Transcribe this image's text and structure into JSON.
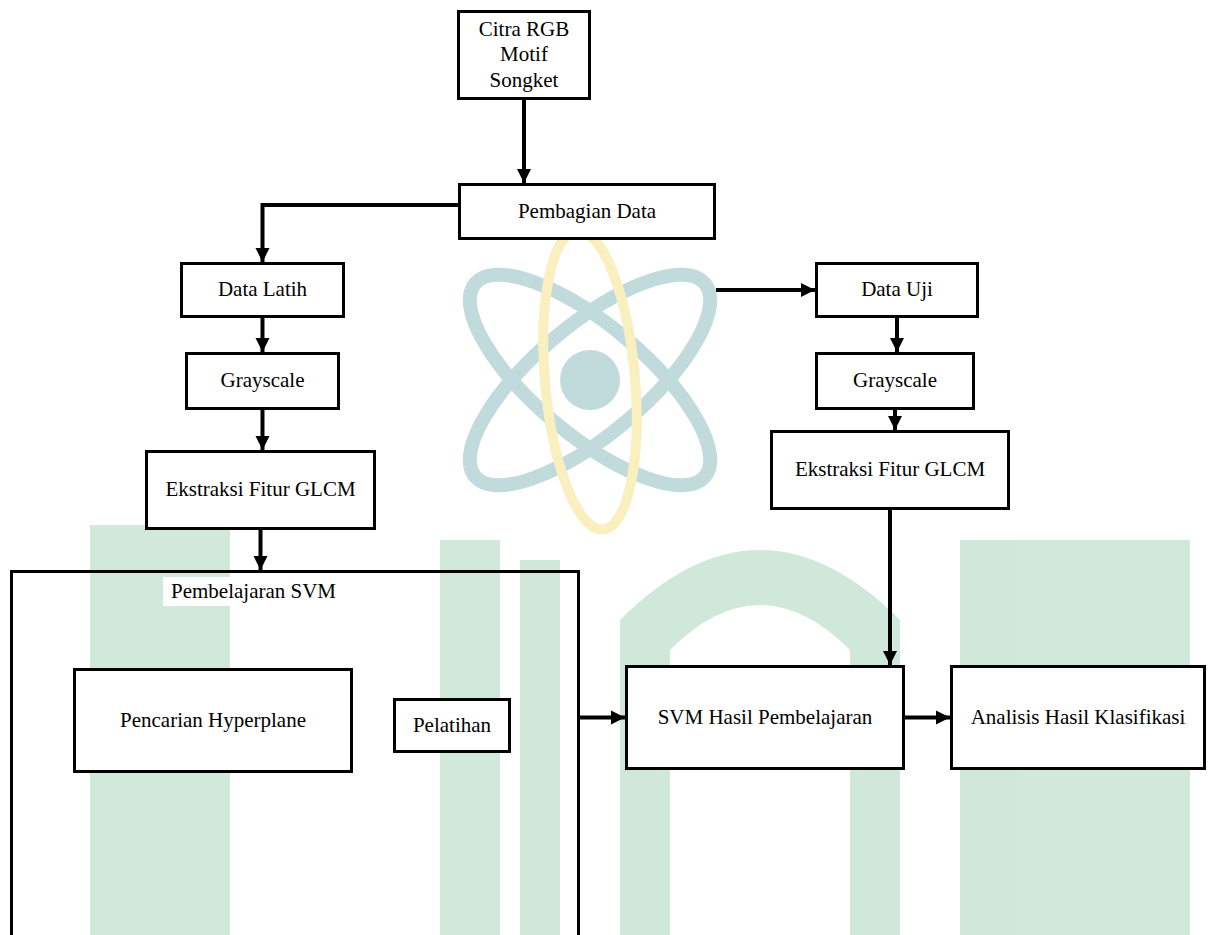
{
  "diagram": {
    "nodes": [
      {
        "text": [
          "Citra RGB Motif Songket"
        ]
      },
      {
        "text": [
          "Pembagian Data"
        ]
      },
      {
        "text": [
          "Data Latih"
        ]
      },
      {
        "text": [
          "Data Uji"
        ]
      },
      {
        "text": [
          "Grayscale"
        ]
      },
      {
        "text": [
          "Grayscale"
        ]
      },
      {
        "text": [
          "Ekstraksi Fitur GLCM"
        ]
      },
      {
        "text": [
          "Ekstraksi Fitur GLCM"
        ]
      },
      {
        "text": [
          "Pembelajaran SVM"
        ]
      },
      {
        "text": [
          "Pencarian Hyperplane"
        ],
        "in": 8
      },
      {
        "text": [
          "Pelatihan"
        ],
        "in": 8
      },
      {
        "text": [
          "SVM Hasil Pembelajaran"
        ]
      },
      {
        "text": [
          "Analisis Hasil Klasifikasi"
        ]
      }
    ],
    "edges": [
      {
        "from": 0,
        "to": 1,
        "arrow": "to"
      },
      {
        "from": 1,
        "to": 2,
        "arrow": "to"
      },
      {
        "from": 1,
        "to": 3,
        "arrow": "to"
      },
      {
        "from": 2,
        "to": 4,
        "arrow": "to"
      },
      {
        "from": 3,
        "to": 5,
        "arrow": "to"
      },
      {
        "from": 4,
        "to": 6,
        "arrow": "to"
      },
      {
        "from": 5,
        "to": 7,
        "arrow": "to"
      },
      {
        "from": 6,
        "to": 8,
        "arrow": "to"
      },
      {
        "from": 7,
        "to": 11,
        "arrow": "to"
      },
      {
        "from": 8,
        "to": 11,
        "arrow": "to"
      },
      {
        "from": 11,
        "to": 12,
        "arrow": "to"
      }
    ]
  }
}
